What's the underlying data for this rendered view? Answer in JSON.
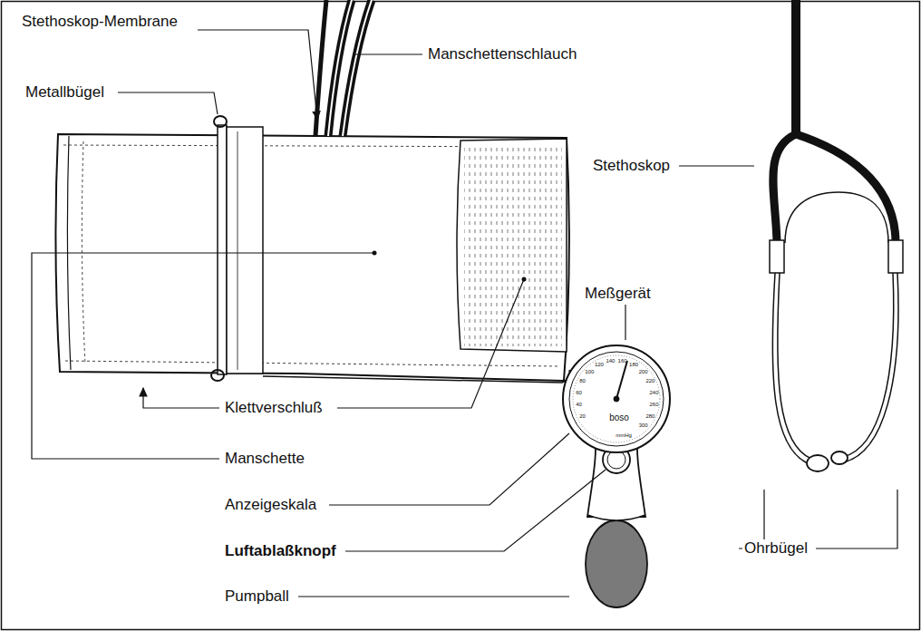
{
  "diagram": {
    "labels": [
      "Stethoskop-Membrane",
      "Manschettenschlauch",
      "Metallbügel",
      "Stethoskop",
      "Meßgerät",
      "Klettverschluß",
      "Manschette",
      "Anzeigeskala",
      "Luftablaßknopf",
      "Pumpball",
      "Ohrbügel",
      "20",
      "40",
      "60",
      "80",
      "100",
      "120",
      "140",
      "160",
      "180",
      "200",
      "220",
      "240",
      "260",
      "280",
      "300",
      "boso",
      "mmHg"
    ]
  }
}
